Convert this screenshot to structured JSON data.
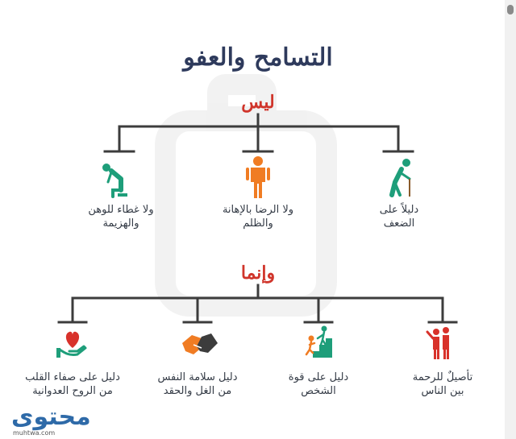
{
  "diagram": {
    "title": "التسامح والعفو",
    "sections": [
      {
        "heading": "ليس",
        "items": [
          {
            "line1": "دليلاً على",
            "line2": "الضعف",
            "icon": "elderly-with-cane-icon"
          },
          {
            "line1": "ولا الرضا بالإهانة",
            "line2": "والظلم",
            "icon": "person-standing-icon"
          },
          {
            "line1": "ولا غطاء للوهن",
            "line2": "والهزيمة",
            "icon": "person-sitting-defeated-icon"
          }
        ]
      },
      {
        "heading": "وإنما",
        "items": [
          {
            "line1": "تأصيلٌ للرحمة",
            "line2": "بين الناس",
            "icon": "people-group-icon"
          },
          {
            "line1": "دليل على قوة",
            "line2": "الشخص",
            "icon": "climbing-stairs-icon"
          },
          {
            "line1": "دليل سلامة النفس",
            "line2": "من الغل والحقد",
            "icon": "handshake-icon"
          },
          {
            "line1": "دليل على صفاء القلب",
            "line2": "من الروح العدوانية",
            "icon": "heart-in-hand-icon"
          }
        ]
      }
    ]
  },
  "brand": {
    "name": "محتوى",
    "url": "muhtwa.com"
  },
  "colors": {
    "line": "#3c3c3c",
    "heading": "#d0352b",
    "green": "#1e9e7a",
    "orange": "#f07c23",
    "red": "#d8322b",
    "title": "#2e3a5c"
  }
}
